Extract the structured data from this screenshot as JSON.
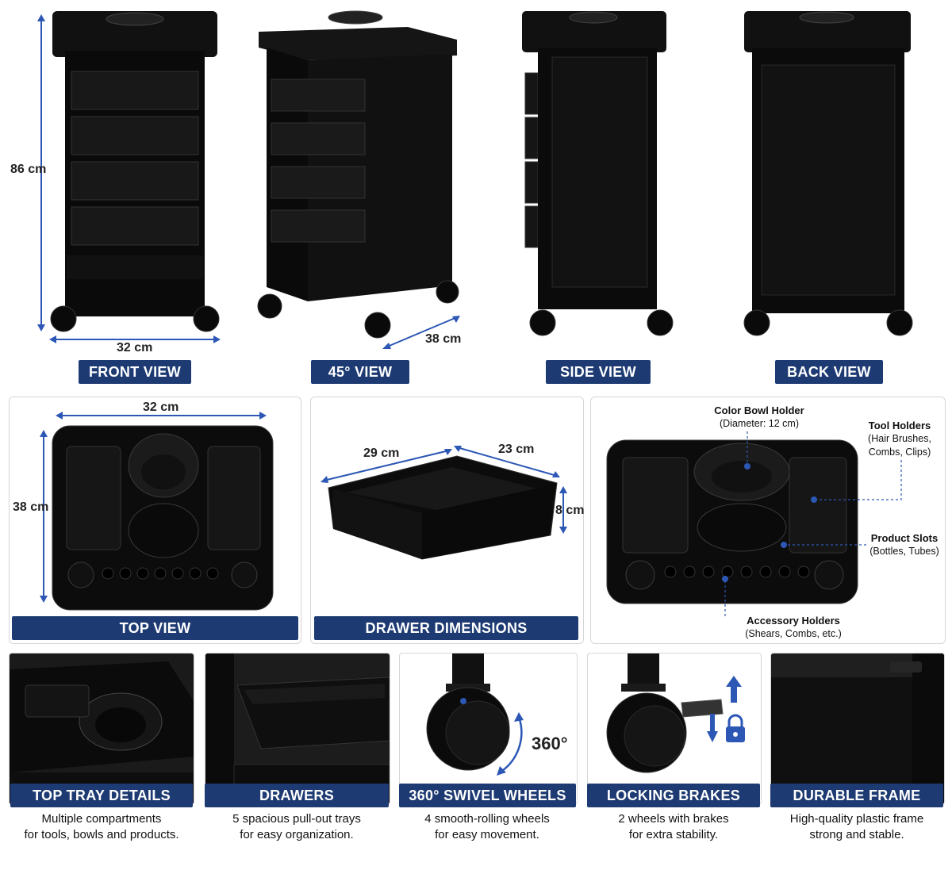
{
  "views": {
    "front": {
      "label": "FRONT VIEW",
      "height": "86 cm",
      "width": "32 cm"
    },
    "angle": {
      "label": "45° VIEW",
      "depth": "38 cm"
    },
    "side": {
      "label": "SIDE VIEW"
    },
    "back": {
      "label": "BACK VIEW"
    }
  },
  "panels": {
    "top_view": {
      "label": "TOP VIEW",
      "width": "32 cm",
      "depth": "38 cm"
    },
    "drawer": {
      "label": "DRAWER DIMENSIONS",
      "width": "29 cm",
      "depth": "23 cm",
      "height": "8 cm"
    },
    "tray_annotations": {
      "color_bowl": {
        "title": "Color Bowl Holder",
        "detail": "(Diameter: 12 cm)"
      },
      "tool_holders": {
        "title": "Tool Holders",
        "detail1": "(Hair Brushes,",
        "detail2": "Combs, Clips)"
      },
      "product_slots": {
        "title": "Product Slots",
        "detail": "(Bottles, Tubes)"
      },
      "accessory": {
        "title": "Accessory Holders",
        "detail": "(Shears, Combs, etc.)"
      }
    }
  },
  "features": [
    {
      "label": "TOP TRAY DETAILS",
      "line1": "Multiple compartments",
      "line2": "for tools, bowls and products."
    },
    {
      "label": "DRAWERS",
      "line1": "5 spacious pull-out trays",
      "line2": "for easy organization."
    },
    {
      "label": "360° SWIVEL WHEELS",
      "line1": "4 smooth-rolling wheels",
      "line2": "for easy movement.",
      "badge": "360°"
    },
    {
      "label": "LOCKING BRAKES",
      "line1": "2 wheels with brakes",
      "line2": "for extra stability."
    },
    {
      "label": "DURABLE FRAME",
      "line1": "High-quality plastic frame",
      "line2": "strong and stable."
    }
  ],
  "colors": {
    "badge": "#1d3a72",
    "accent": "#2c57b5",
    "product": "#0d0d0d"
  }
}
